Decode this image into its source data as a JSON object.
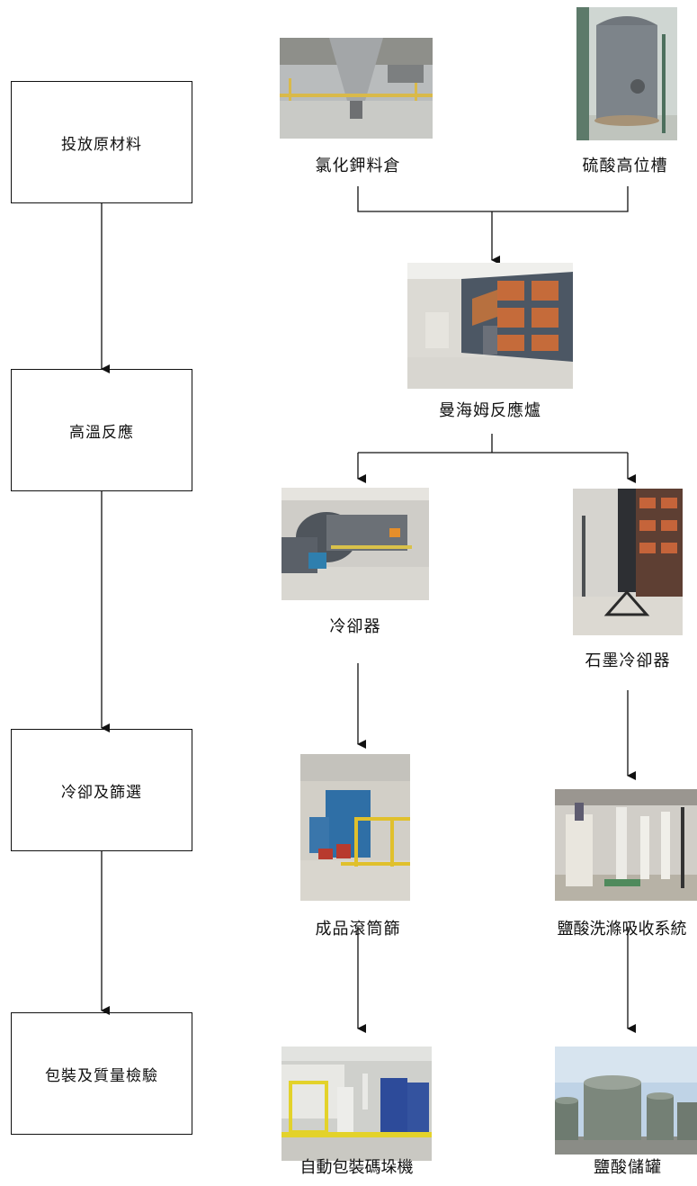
{
  "stages": [
    {
      "label": "投放原材料"
    },
    {
      "label": "高溫反應"
    },
    {
      "label": "冷卻及篩選"
    },
    {
      "label": "包裝及質量檢驗"
    }
  ],
  "equipment": {
    "kcl_bin": "氯化鉀料倉",
    "sulfuric_tank": "硫酸高位槽",
    "mannheim_furnace": "曼海姆反應爐",
    "cooler": "冷卻器",
    "graphite_cooler": "石墨冷卻器",
    "drum_screen": "成品滾筒篩",
    "hcl_scrubber": "鹽酸洗滌吸收系統",
    "palletizer": "自動包裝碼垛機",
    "hcl_storage": "鹽酸儲罐"
  }
}
